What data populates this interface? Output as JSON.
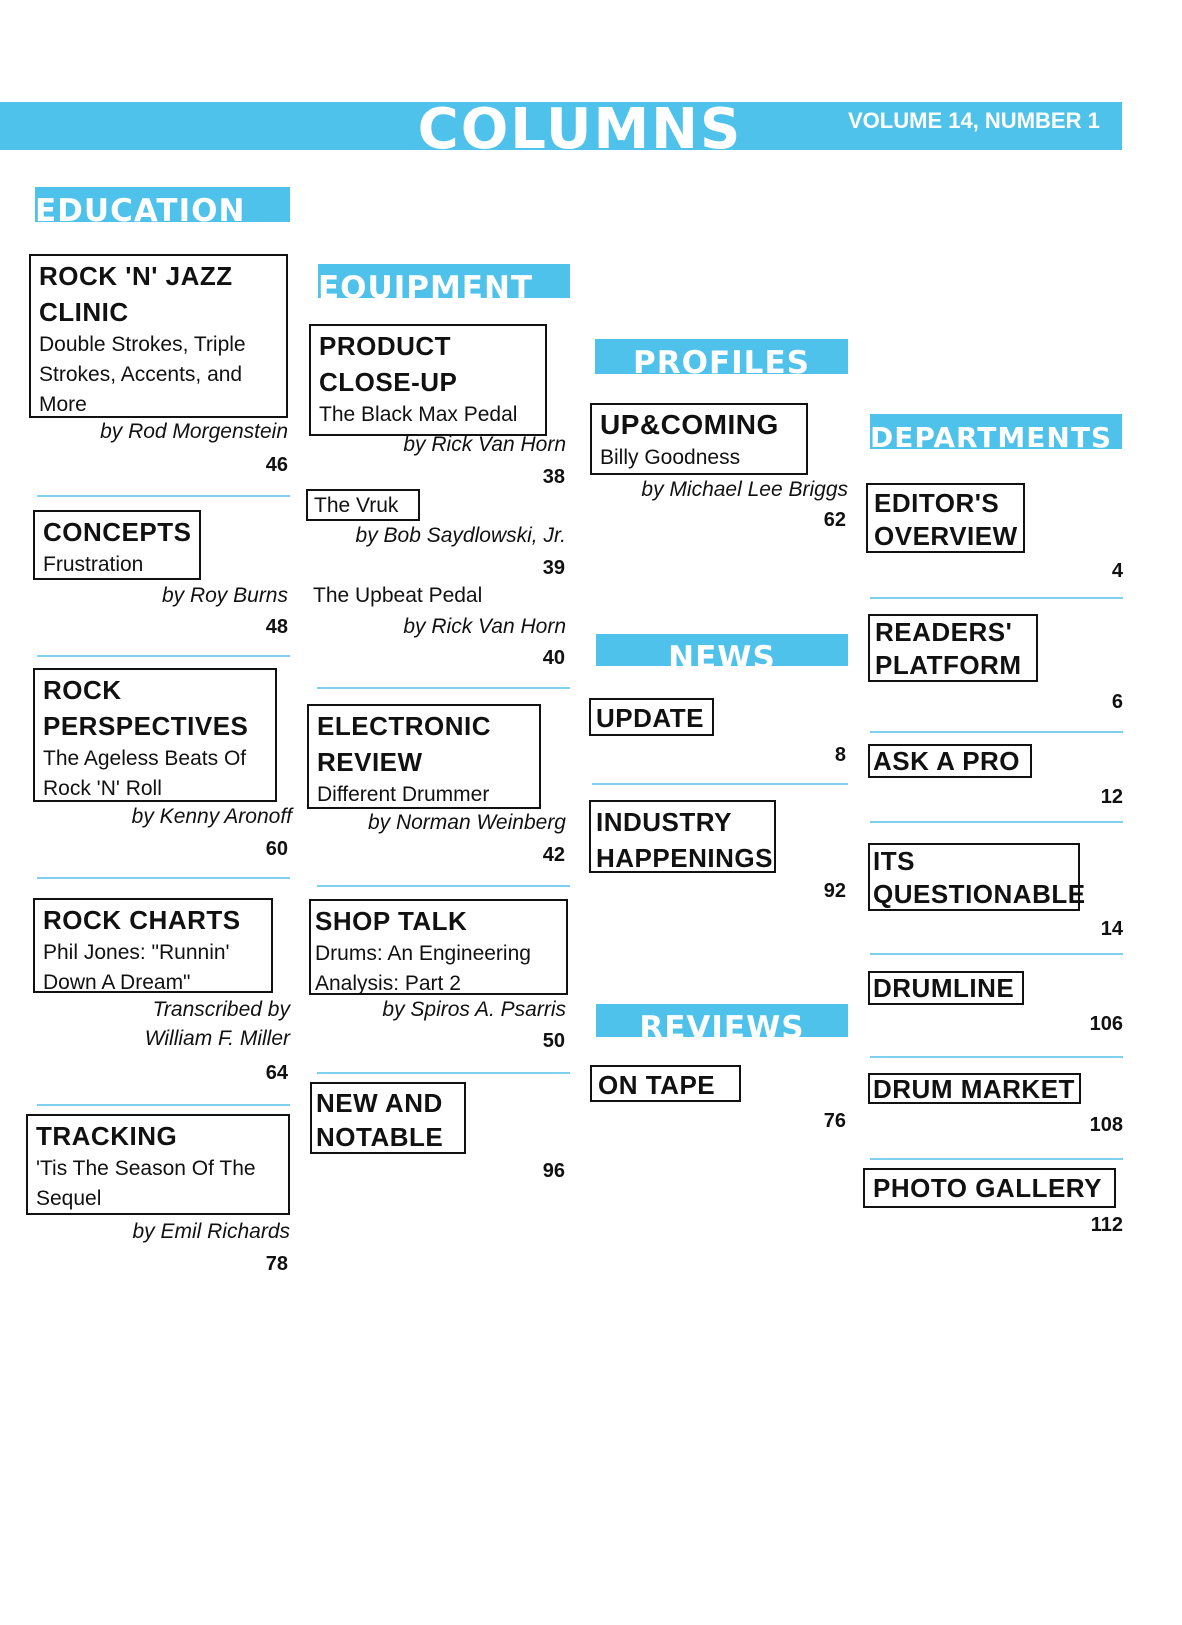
{
  "header": {
    "title": "COLUMNS",
    "volume": "VOLUME 14, NUMBER 1"
  },
  "sections": {
    "education": "EDUCATION",
    "equipment": "EQUIPMENT",
    "profiles": "PROFILES",
    "news": "NEWS",
    "reviews": "REVIEWS",
    "departments": "DEPARTMENTS"
  },
  "education": [
    {
      "title_line1": "ROCK 'N' JAZZ",
      "title_line2": "CLINIC",
      "subtitle_line1": "Double Strokes, Triple",
      "subtitle_line2": "Strokes, Accents, and",
      "subtitle_line3": "More",
      "byline": "by Rod Morgenstein",
      "page": "46"
    },
    {
      "title_line1": "CONCEPTS",
      "subtitle_line1": "Frustration",
      "byline": "by Roy Burns",
      "page": "48"
    },
    {
      "title_line1": "ROCK",
      "title_line2": "PERSPECTIVES",
      "subtitle_line1": "The Ageless Beats Of",
      "subtitle_line2": "Rock 'N' Roll",
      "byline": "by Kenny Aronoff",
      "page": "60"
    },
    {
      "title_line1": "ROCK CHARTS",
      "subtitle_line1": "Phil Jones: \"Runnin'",
      "subtitle_line2": "Down A Dream\"",
      "byline_line1": "Transcribed by",
      "byline_line2": "William F. Miller",
      "page": "64"
    },
    {
      "title_line1": "TRACKING",
      "subtitle_line1": "'Tis The Season Of The",
      "subtitle_line2": "Sequel",
      "byline": "by Emil Richards",
      "page": "78"
    }
  ],
  "equipment": [
    {
      "title_line1": "PRODUCT",
      "title_line2": "CLOSE-UP",
      "subtitle_line1": "The Black Max Pedal",
      "byline": "by Rick Van Horn",
      "page": "38"
    },
    {
      "subtitle_line1": "The Vruk",
      "byline": "by Bob Saydlowski, Jr.",
      "page": "39"
    },
    {
      "subtitle_line1": "The Upbeat Pedal",
      "byline": "by Rick Van Horn",
      "page": "40"
    },
    {
      "title_line1": "ELECTRONIC",
      "title_line2": "REVIEW",
      "subtitle_line1": "Different Drummer",
      "byline": "by Norman Weinberg",
      "page": "42"
    },
    {
      "title_line1": "SHOP TALK",
      "subtitle_line1": "Drums: An Engineering",
      "subtitle_line2": "Analysis: Part 2",
      "byline": "by Spiros A. Psarris",
      "page": "50"
    },
    {
      "title_line1": "NEW AND",
      "title_line2": "NOTABLE",
      "page": "96"
    }
  ],
  "profiles": [
    {
      "title_line1": "UP&COMING",
      "subtitle_line1": "Billy Goodness",
      "byline": "by Michael Lee Briggs",
      "page": "62"
    }
  ],
  "news": [
    {
      "title_line1": "UPDATE",
      "page": "8"
    },
    {
      "title_line1": "INDUSTRY",
      "title_line2": "HAPPENINGS",
      "page": "92"
    }
  ],
  "reviews": [
    {
      "title_line1": "ON TAPE",
      "page": "76"
    }
  ],
  "departments": [
    {
      "title_line1": "EDITOR'S",
      "title_line2": "OVERVIEW",
      "page": "4"
    },
    {
      "title_line1": "READERS'",
      "title_line2": "PLATFORM",
      "page": "6"
    },
    {
      "title_line1": "ASK A PRO",
      "page": "12"
    },
    {
      "title_line1": "ITS",
      "title_line2": "QUESTIONABLE",
      "page": "14"
    },
    {
      "title_line1": "DRUMLINE",
      "page": "106"
    },
    {
      "title_line1": "DRUM MARKET",
      "page": "108"
    },
    {
      "title_line1": "PHOTO GALLERY",
      "page": "112"
    }
  ]
}
